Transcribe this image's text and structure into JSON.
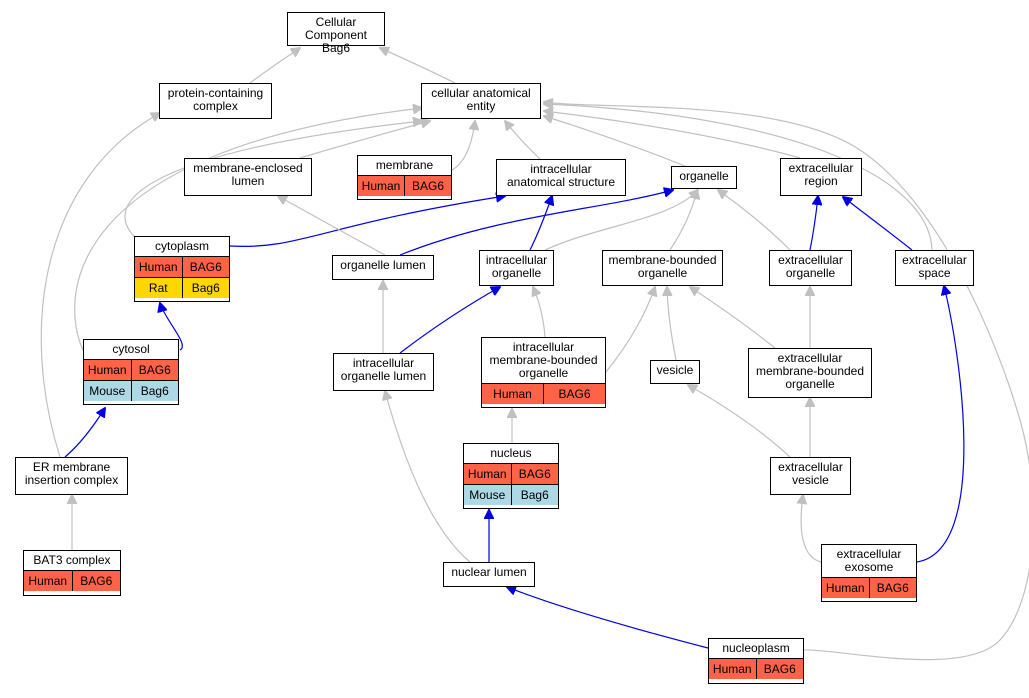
{
  "colors": {
    "human": "#fe6347",
    "mouse": "#add8e6",
    "rat": "#ffd700",
    "edge_gray": "#c0c0c0",
    "edge_blue": "#0000e0"
  },
  "nodes": {
    "cc_bag6": {
      "label": "Cellular Component\nBag6",
      "annotations": []
    },
    "protein_containing_complex": {
      "label": "protein-containing\ncomplex",
      "annotations": []
    },
    "cellular_anatomical_entity": {
      "label": "cellular anatomical\nentity",
      "annotations": []
    },
    "membrane_enclosed_lumen": {
      "label": "membrane-enclosed\nlumen",
      "annotations": []
    },
    "membrane": {
      "label": "membrane",
      "annotations": [
        {
          "species": "Human",
          "gene": "BAG6",
          "color": "human"
        }
      ]
    },
    "intracellular_anatomical_structure": {
      "label": "intracellular\nanatomical structure",
      "annotations": []
    },
    "organelle": {
      "label": "organelle",
      "annotations": []
    },
    "extracellular_region": {
      "label": "extracellular\nregion",
      "annotations": []
    },
    "cytoplasm": {
      "label": "cytoplasm",
      "annotations": [
        {
          "species": "Human",
          "gene": "BAG6",
          "color": "human"
        },
        {
          "species": "Rat",
          "gene": "Bag6",
          "color": "rat"
        }
      ]
    },
    "organelle_lumen": {
      "label": "organelle lumen",
      "annotations": []
    },
    "intracellular_organelle": {
      "label": "intracellular\norganelle",
      "annotations": []
    },
    "membrane_bounded_organelle": {
      "label": "membrane-bounded\norganelle",
      "annotations": []
    },
    "extracellular_organelle": {
      "label": "extracellular\norganelle",
      "annotations": []
    },
    "extracellular_space": {
      "label": "extracellular\nspace",
      "annotations": []
    },
    "cytosol": {
      "label": "cytosol",
      "annotations": [
        {
          "species": "Human",
          "gene": "BAG6",
          "color": "human"
        },
        {
          "species": "Mouse",
          "gene": "Bag6",
          "color": "mouse"
        }
      ]
    },
    "intracellular_organelle_lumen": {
      "label": "intracellular\norganelle lumen",
      "annotations": []
    },
    "intracellular_membrane_bounded_organelle": {
      "label": "intracellular\nmembrane-bounded\norganelle",
      "annotations": [
        {
          "species": "Human",
          "gene": "BAG6",
          "color": "human"
        }
      ]
    },
    "vesicle": {
      "label": "vesicle",
      "annotations": []
    },
    "extracellular_membrane_bounded_organelle": {
      "label": "extracellular\nmembrane-bounded\norganelle",
      "annotations": []
    },
    "er_membrane_insertion_complex": {
      "label": "ER membrane\ninsertion complex",
      "annotations": []
    },
    "nucleus": {
      "label": "nucleus",
      "annotations": [
        {
          "species": "Human",
          "gene": "BAG6",
          "color": "human"
        },
        {
          "species": "Mouse",
          "gene": "Bag6",
          "color": "mouse"
        }
      ]
    },
    "extracellular_vesicle": {
      "label": "extracellular\nvesicle",
      "annotations": []
    },
    "bat3_complex": {
      "label": "BAT3 complex",
      "annotations": [
        {
          "species": "Human",
          "gene": "BAG6",
          "color": "human"
        }
      ]
    },
    "nuclear_lumen": {
      "label": "nuclear lumen",
      "annotations": []
    },
    "extracellular_exosome": {
      "label": "extracellular\nexosome",
      "annotations": [
        {
          "species": "Human",
          "gene": "BAG6",
          "color": "human"
        }
      ]
    },
    "nucleoplasm": {
      "label": "nucleoplasm",
      "annotations": [
        {
          "species": "Human",
          "gene": "BAG6",
          "color": "human"
        }
      ]
    }
  },
  "edges": [
    {
      "from": "protein_containing_complex",
      "to": "cc_bag6",
      "color": "gray"
    },
    {
      "from": "cellular_anatomical_entity",
      "to": "cc_bag6",
      "color": "gray"
    },
    {
      "from": "membrane_enclosed_lumen",
      "to": "cellular_anatomical_entity",
      "color": "gray"
    },
    {
      "from": "membrane",
      "to": "cellular_anatomical_entity",
      "color": "gray"
    },
    {
      "from": "intracellular_anatomical_structure",
      "to": "cellular_anatomical_entity",
      "color": "gray"
    },
    {
      "from": "organelle",
      "to": "cellular_anatomical_entity",
      "color": "gray"
    },
    {
      "from": "extracellular_region",
      "to": "cellular_anatomical_entity",
      "color": "gray"
    },
    {
      "from": "cytoplasm",
      "to": "cellular_anatomical_entity",
      "color": "gray"
    },
    {
      "from": "cytoplasm",
      "to": "intracellular_anatomical_structure",
      "color": "blue"
    },
    {
      "from": "organelle_lumen",
      "to": "membrane_enclosed_lumen",
      "color": "gray"
    },
    {
      "from": "organelle_lumen",
      "to": "organelle",
      "color": "blue"
    },
    {
      "from": "intracellular_organelle",
      "to": "intracellular_anatomical_structure",
      "color": "blue"
    },
    {
      "from": "intracellular_organelle",
      "to": "organelle",
      "color": "gray"
    },
    {
      "from": "membrane_bounded_organelle",
      "to": "organelle",
      "color": "gray"
    },
    {
      "from": "extracellular_organelle",
      "to": "organelle",
      "color": "gray"
    },
    {
      "from": "extracellular_organelle",
      "to": "extracellular_region",
      "color": "blue"
    },
    {
      "from": "extracellular_space",
      "to": "extracellular_region",
      "color": "blue"
    },
    {
      "from": "extracellular_space",
      "to": "cellular_anatomical_entity",
      "color": "gray"
    },
    {
      "from": "cytosol",
      "to": "cytoplasm",
      "color": "blue"
    },
    {
      "from": "cytosol",
      "to": "cellular_anatomical_entity",
      "color": "gray"
    },
    {
      "from": "intracellular_organelle_lumen",
      "to": "organelle_lumen",
      "color": "gray"
    },
    {
      "from": "intracellular_organelle_lumen",
      "to": "intracellular_organelle",
      "color": "blue"
    },
    {
      "from": "intracellular_membrane_bounded_organelle",
      "to": "intracellular_organelle",
      "color": "gray"
    },
    {
      "from": "intracellular_membrane_bounded_organelle",
      "to": "membrane_bounded_organelle",
      "color": "gray"
    },
    {
      "from": "vesicle",
      "to": "membrane_bounded_organelle",
      "color": "gray"
    },
    {
      "from": "extracellular_membrane_bounded_organelle",
      "to": "membrane_bounded_organelle",
      "color": "gray"
    },
    {
      "from": "extracellular_membrane_bounded_organelle",
      "to": "extracellular_organelle",
      "color": "gray"
    },
    {
      "from": "er_membrane_insertion_complex",
      "to": "cytosol",
      "color": "blue"
    },
    {
      "from": "er_membrane_insertion_complex",
      "to": "protein_containing_complex",
      "color": "gray"
    },
    {
      "from": "nucleus",
      "to": "intracellular_membrane_bounded_organelle",
      "color": "gray"
    },
    {
      "from": "extracellular_vesicle",
      "to": "vesicle",
      "color": "gray"
    },
    {
      "from": "extracellular_vesicle",
      "to": "extracellular_membrane_bounded_organelle",
      "color": "gray"
    },
    {
      "from": "bat3_complex",
      "to": "er_membrane_insertion_complex",
      "color": "gray"
    },
    {
      "from": "nuclear_lumen",
      "to": "nucleus",
      "color": "blue"
    },
    {
      "from": "nuclear_lumen",
      "to": "intracellular_organelle_lumen",
      "color": "gray"
    },
    {
      "from": "extracellular_exosome",
      "to": "extracellular_vesicle",
      "color": "gray"
    },
    {
      "from": "extracellular_exosome",
      "to": "extracellular_space",
      "color": "blue"
    },
    {
      "from": "nucleoplasm",
      "to": "nuclear_lumen",
      "color": "blue"
    },
    {
      "from": "nucleoplasm",
      "to": "cellular_anatomical_entity",
      "color": "gray"
    }
  ]
}
